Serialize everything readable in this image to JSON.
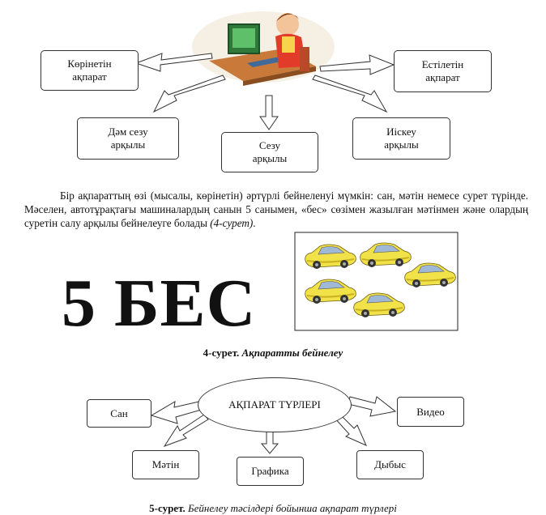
{
  "diagram1": {
    "boxes": {
      "visible": "Көрінетін\nақпарат",
      "audible": "Естілетін\nақпарат",
      "taste": "Дәм сезу\nарқылы",
      "touch": "Сезу\nарқылы",
      "smell": "Иіскеу\nарқылы"
    }
  },
  "paragraph": {
    "text": "Бір ақпараттың өзі (мысалы, көрінетін) әртүрлі бейнеленуі мүмкін: сан, мәтін немесе сурет түрінде. Мәселен, автотұрақтағы машиналардың санын 5 санымен, «бес» сөзімен жазылған мәтінмен және олардың суретін салу арқылы бейнелеуге болады ",
    "ref": "(4-сурет)",
    "end": "."
  },
  "figure4": {
    "big_text": "5 БЕС",
    "caption_num": "4-сурет.",
    "caption_title": "Ақпаратты бейнелеу"
  },
  "diagram2": {
    "center": "АҚПАРАТ ТҮРЛЕРІ",
    "items": {
      "number": "Сан",
      "text": "Мәтін",
      "graphics": "Графика",
      "sound": "Дыбыс",
      "video": "Видео"
    }
  },
  "figure5": {
    "caption_num": "5-сурет.",
    "caption_title": "Бейнелеу тәсілдері бойынша ақпарат түрлері"
  },
  "colors": {
    "car_body": "#f2e24a",
    "car_shadow": "#c9b21f",
    "window": "#9fb8d6"
  }
}
